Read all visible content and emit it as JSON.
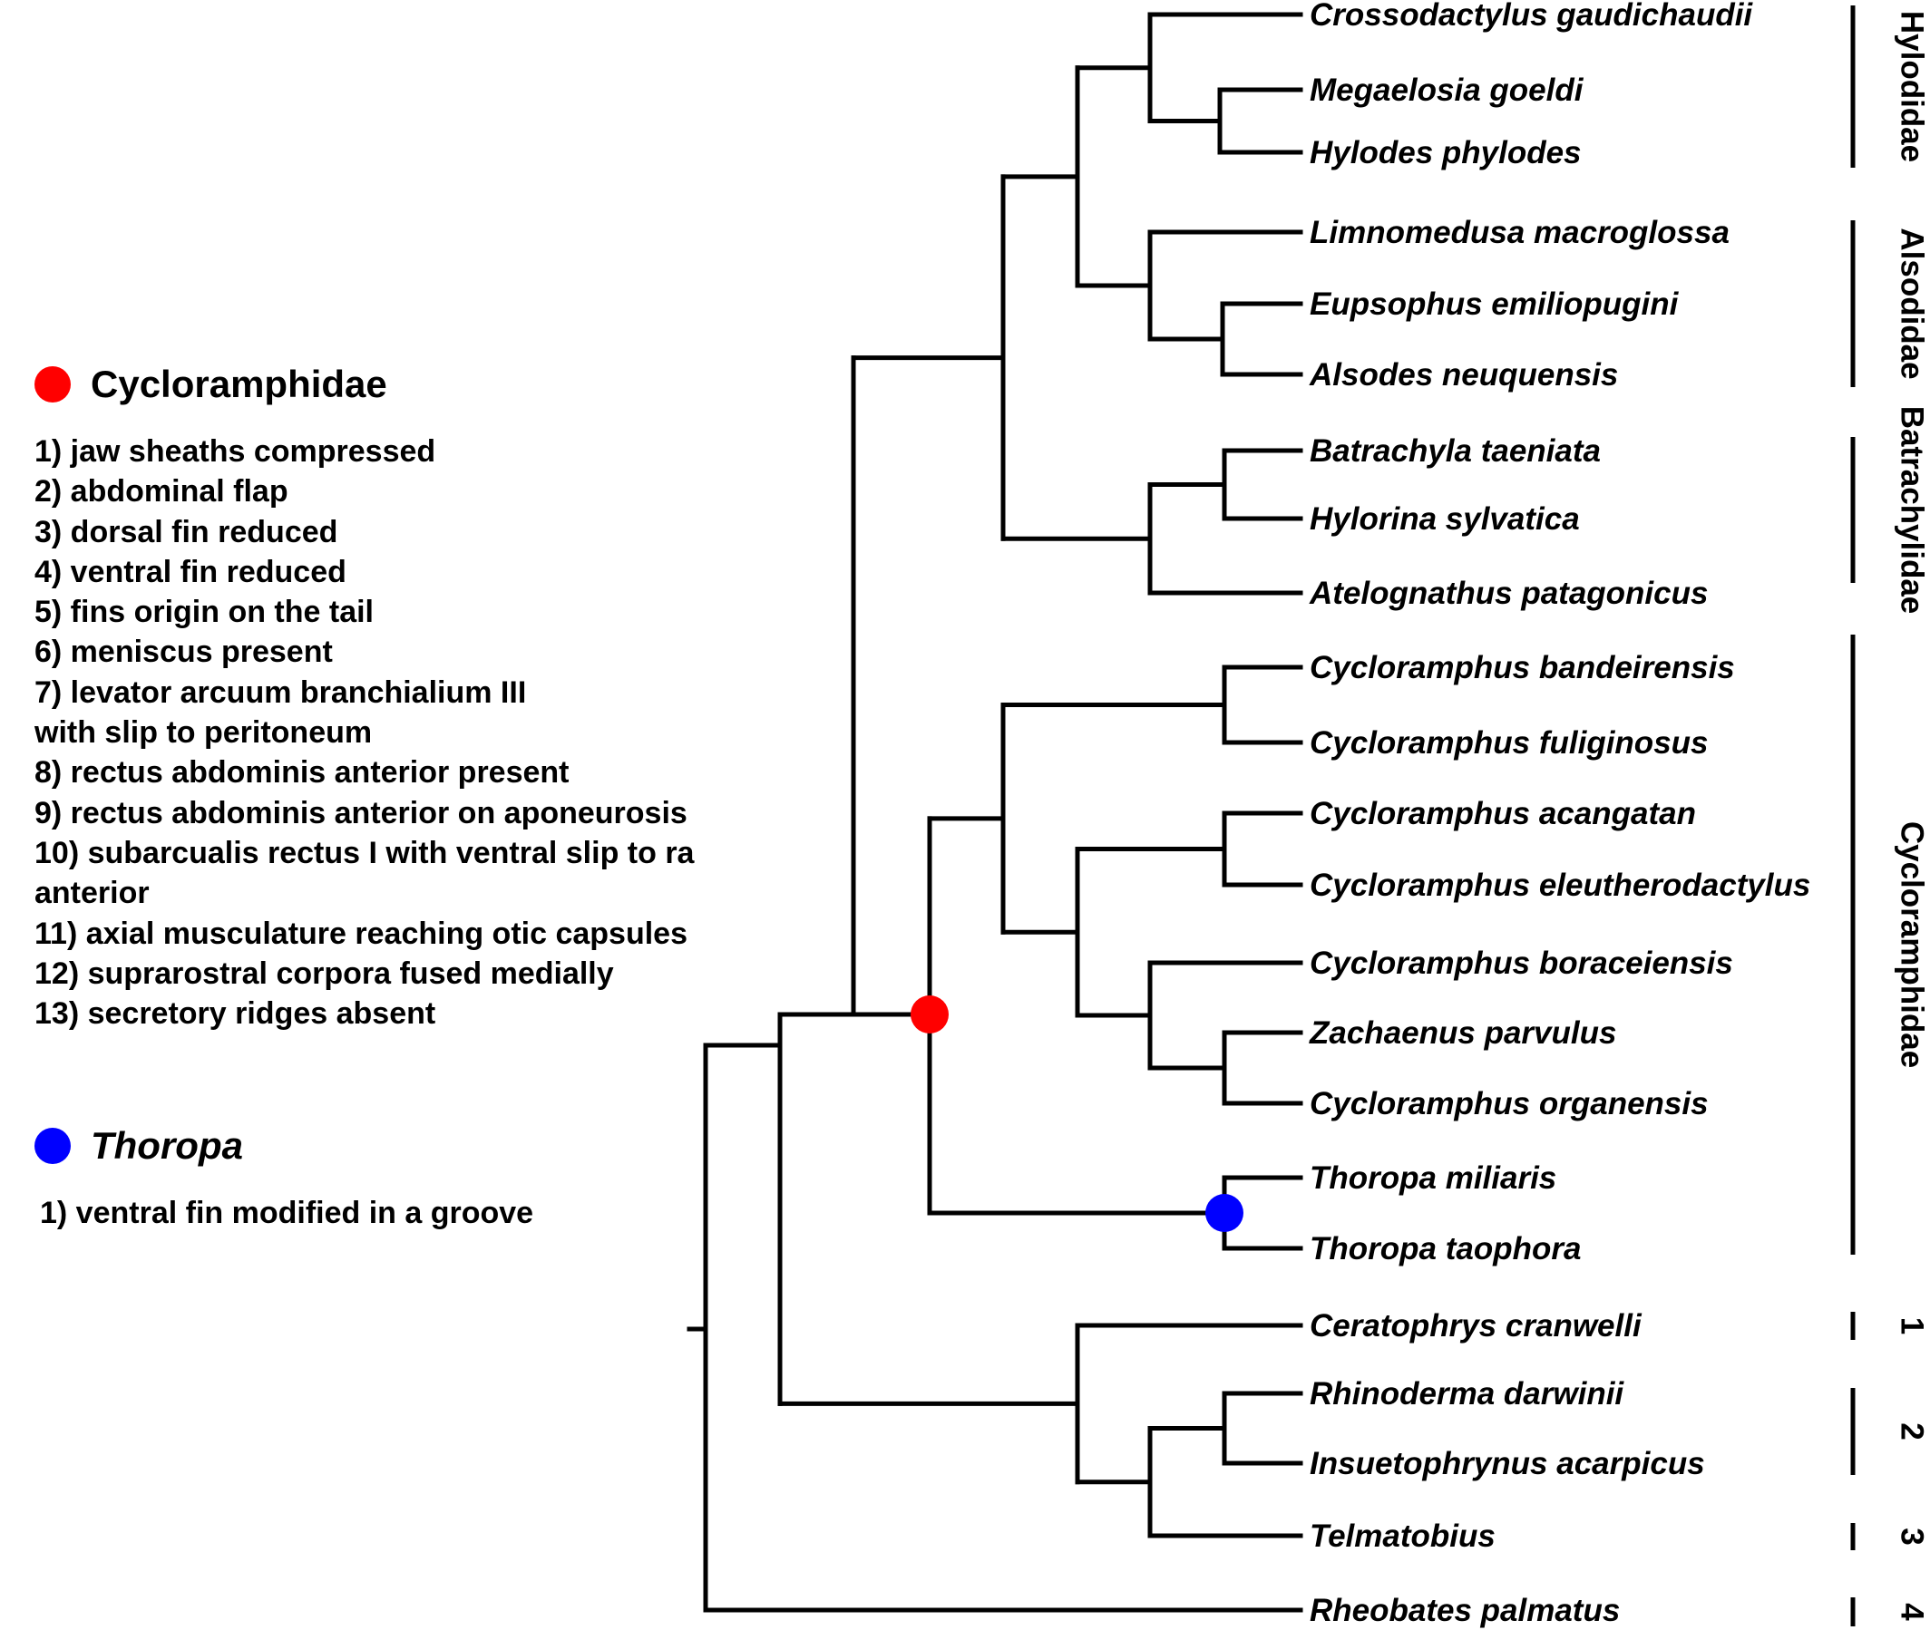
{
  "legend": {
    "cycloramphidae": {
      "title": "Cycloramphidae",
      "color": "#ff0000",
      "characters": [
        "1) jaw sheaths compressed",
        "2) abdominal flap",
        "3) dorsal fin reduced",
        "4) ventral fin reduced",
        "5) fins origin on the tail",
        "6) meniscus present",
        "7) levator arcuum branchialium III",
        "with slip to peritoneum",
        "8) rectus abdominis anterior present",
        "9) rectus abdominis anterior on aponeurosis",
        "10) subarcualis rectus I with ventral slip to ra",
        "anterior",
        "11) axial musculature reaching otic capsules",
        "12) suprarostral corpora fused medially",
        "13) secretory ridges absent"
      ]
    },
    "thoropa": {
      "title": "Thoropa",
      "color": "#0000ff",
      "characters": [
        "1) ventral fin modified in a groove"
      ]
    }
  },
  "tree": {
    "taxa": [
      "Crossodactylus gaudichaudii",
      "Megaelosia goeldi",
      "Hylodes phylodes",
      "Limnomedusa macroglossa",
      "Eupsophus emiliopugini",
      "Alsodes neuquensis",
      "Batrachyla taeniata",
      "Hylorina sylvatica",
      "Atelognathus patagonicus",
      "Cycloramphus bandeirensis",
      "Cycloramphus fuliginosus",
      "Cycloramphus acangatan",
      "Cycloramphus eleutherodactylus",
      "Cycloramphus boraceiensis",
      "Zachaenus parvulus",
      "Cycloramphus organensis",
      "Thoropa miliaris",
      "Thoropa taophora",
      "Ceratophrys cranwelli",
      "Rhinoderma darwinii",
      "Insuetophrynus acarpicus",
      "Telmatobius",
      "Rheobates palmatus"
    ],
    "clades": [
      "Hylodidae",
      "Alsodidae",
      "Batrachylidae",
      "Cycloramphidae",
      "1",
      "2",
      "3",
      "4"
    ]
  }
}
